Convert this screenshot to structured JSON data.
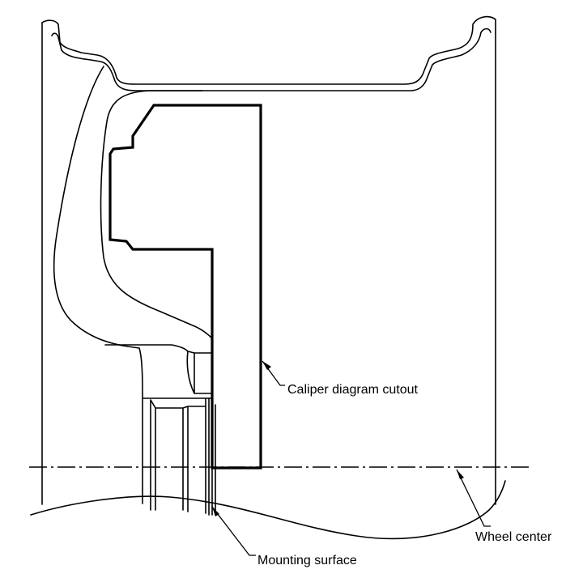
{
  "labels": {
    "caliper": "Caliper diagram cutout",
    "wheel_center": "Wheel center",
    "mounting": "Mounting surface"
  },
  "colors": {
    "line": "#000000",
    "background": "#ffffff"
  }
}
